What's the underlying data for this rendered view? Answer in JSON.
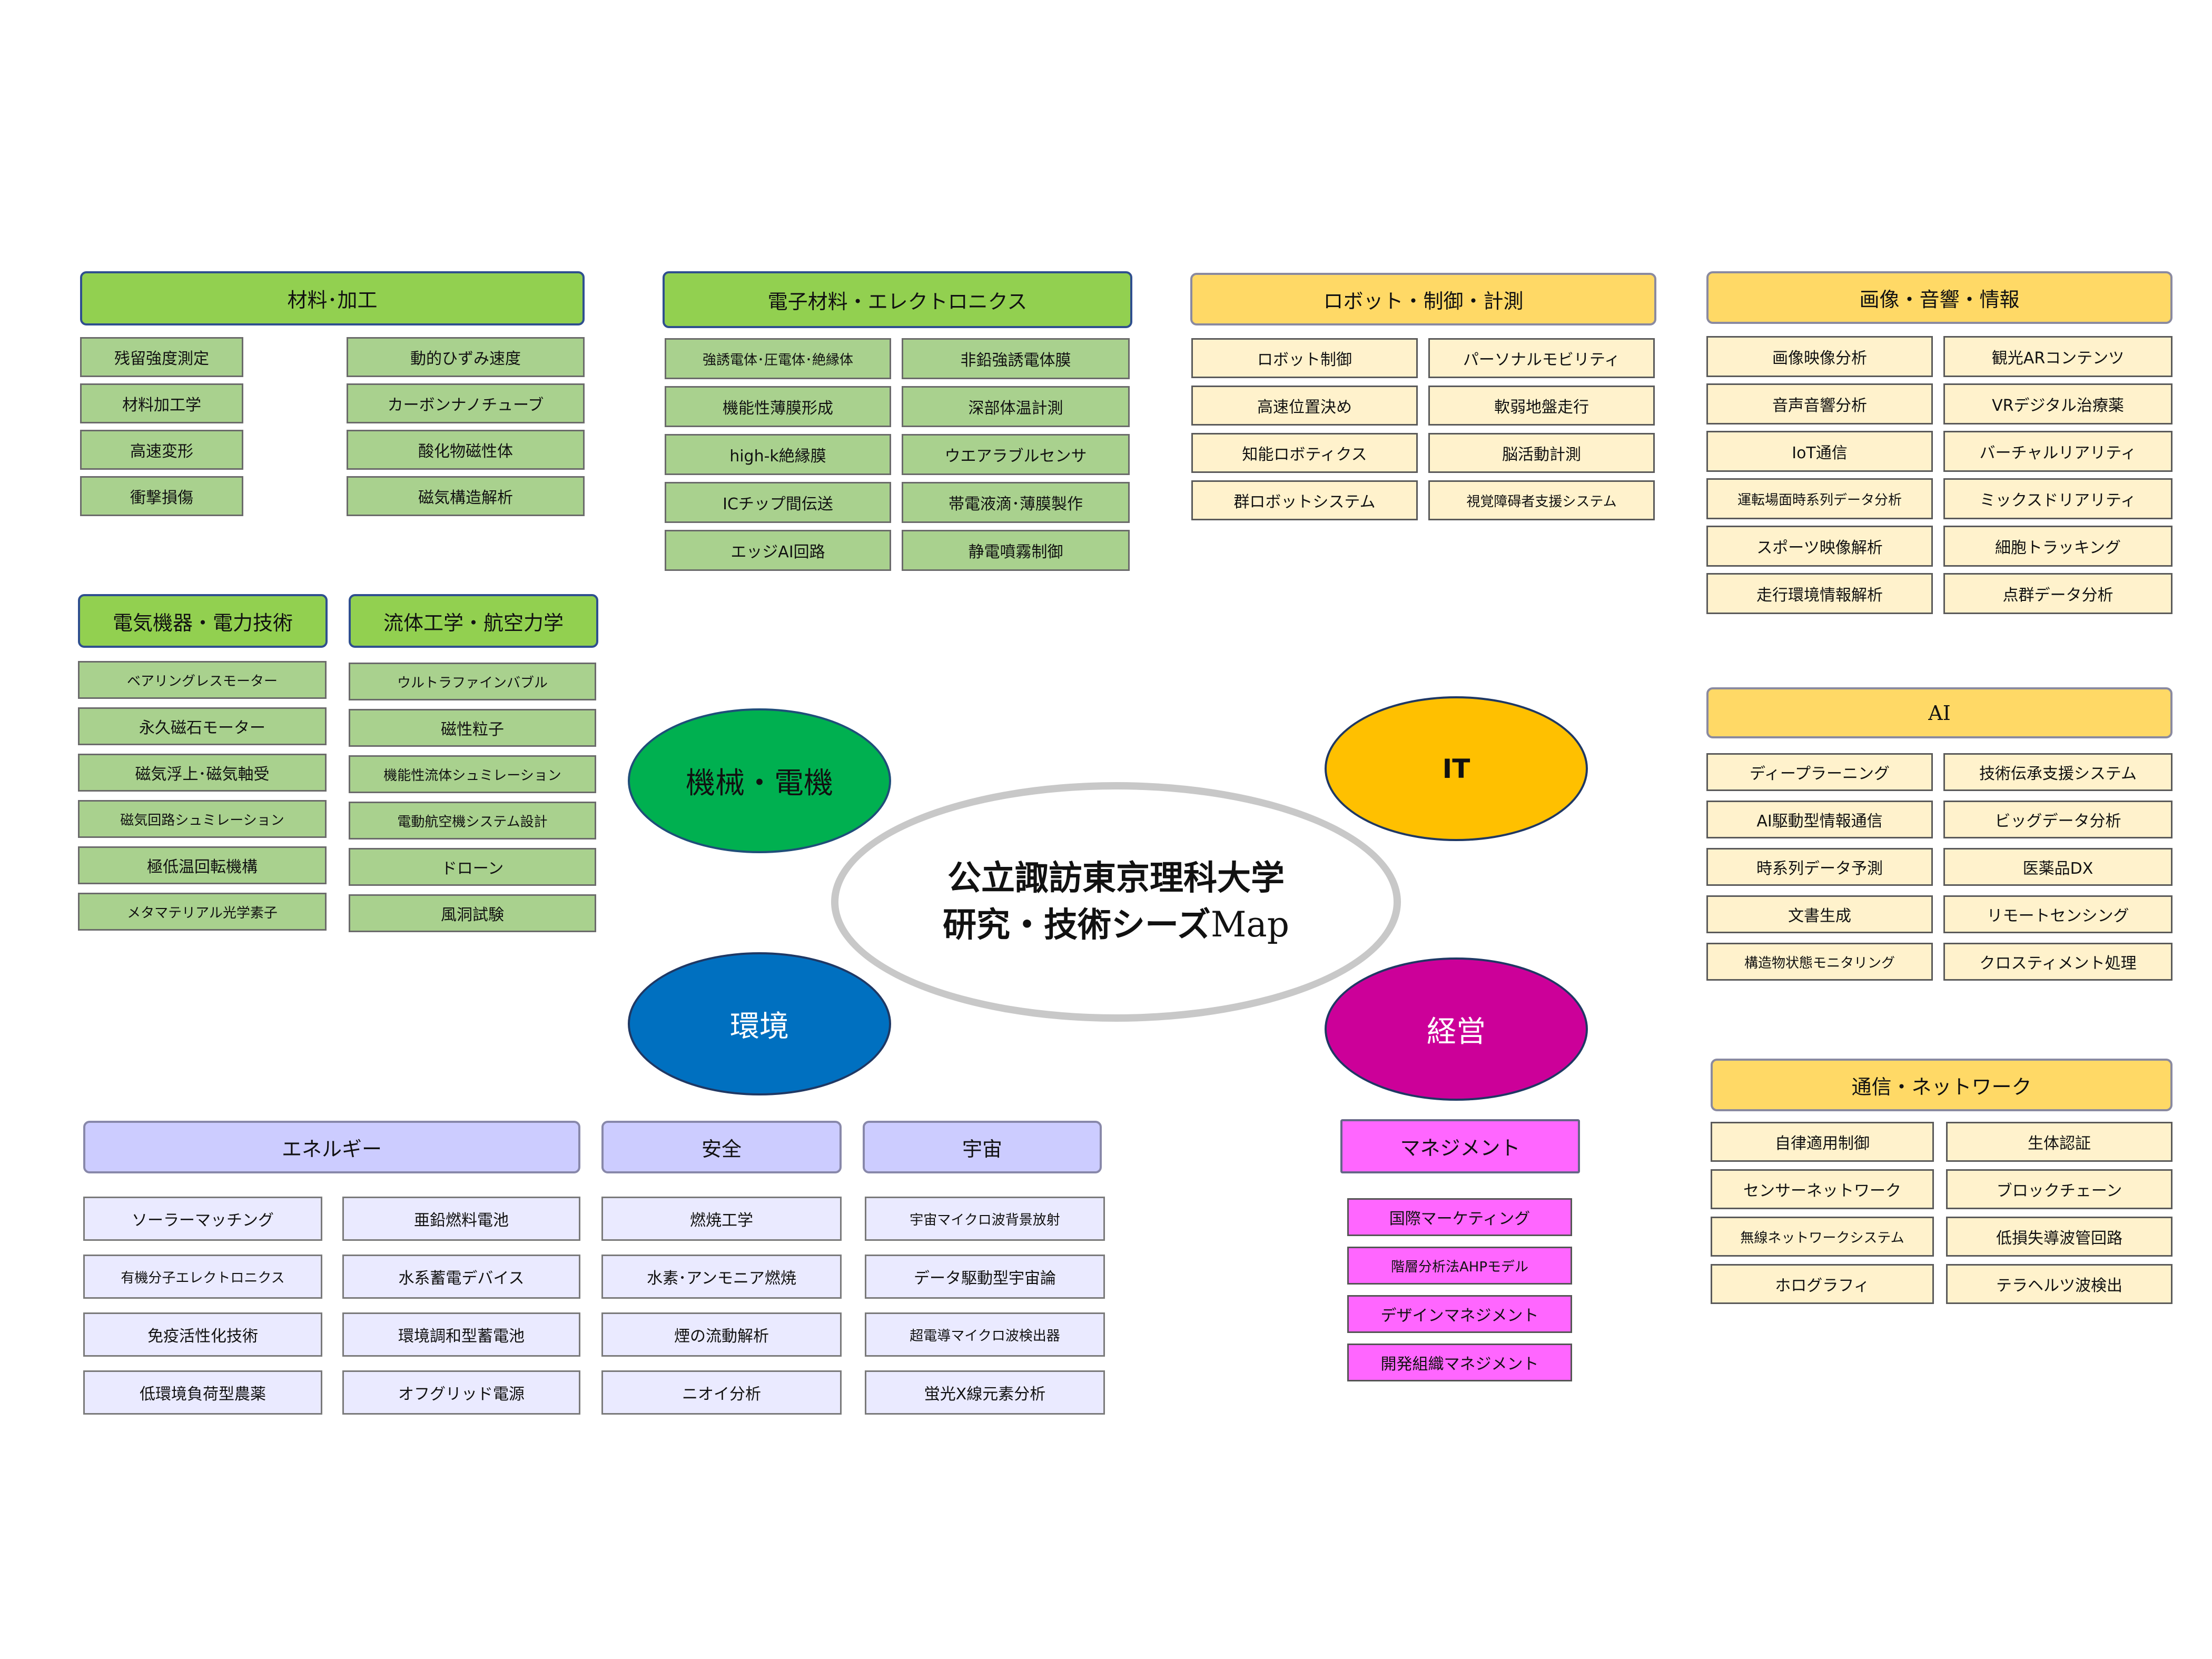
{
  "center": {
    "line1": "公立諏訪東京理科大学",
    "line2_main": "研究・技術シーズ",
    "line2_suffix": "Map"
  },
  "categories": {
    "mech": {
      "label": "機械・電機",
      "color": "#00b050"
    },
    "it": {
      "label": "IT",
      "color": "#ffc000"
    },
    "env": {
      "label": "環境",
      "color": "#0070c0"
    },
    "mgmt": {
      "label": "経営",
      "color": "#cc0099"
    }
  },
  "groups": [
    {
      "id": "materials",
      "theme": "green",
      "title": "材料･加工",
      "items": [
        "残留強度測定",
        "動的ひずみ速度",
        "材料加工学",
        "カーボンナノチューブ",
        "高速変形",
        "酸化物磁性体",
        "衝撃損傷",
        "磁気構造解析"
      ]
    },
    {
      "id": "electronic-materials",
      "theme": "green",
      "title": "電子材料・エレクトロニクス",
      "items": [
        "強誘電体･圧電体･絶縁体",
        "非鉛強誘電体膜",
        "機能性薄膜形成",
        "深部体温計測",
        "high-k絶縁膜",
        "ウエアラブルセンサ",
        "ICチップ間伝送",
        "帯電液滴･薄膜製作",
        "エッジAI回路",
        "静電噴霧制御"
      ]
    },
    {
      "id": "robotics",
      "theme": "yellow",
      "title": "ロボット・制御・計測",
      "items": [
        "ロボット制御",
        "パーソナルモビリティ",
        "高速位置決め",
        "軟弱地盤走行",
        "知能ロボティクス",
        "脳活動計測",
        "群ロボットシステム",
        "視覚障碍者支援システム"
      ]
    },
    {
      "id": "image-audio",
      "theme": "yellow",
      "title": "画像・音響・情報",
      "items": [
        "画像映像分析",
        "観光ARコンテンツ",
        "音声音響分析",
        "VRデジタル治療薬",
        "IoT通信",
        "バーチャルリアリティ",
        "運転場面時系列データ分析",
        "ミックスドリアリティ",
        "スポーツ映像解析",
        "細胞トラッキング",
        "走行環境情報解析",
        "点群データ分析"
      ]
    },
    {
      "id": "electrical",
      "theme": "green",
      "title": "電気機器・電力技術",
      "items": [
        "ベアリングレスモーター",
        "永久磁石モーター",
        "磁気浮上･磁気軸受",
        "磁気回路シュミレーション",
        "極低温回転機構",
        "メタマテリアル光学素子"
      ]
    },
    {
      "id": "fluid",
      "theme": "green",
      "title": "流体工学・航空力学",
      "items": [
        "ウルトラファインバブル",
        "磁性粒子",
        "機能性流体シュミレーション",
        "電動航空機システム設計",
        "ドローン",
        "風洞試験"
      ]
    },
    {
      "id": "ai",
      "theme": "yellow",
      "title": "AI",
      "items": [
        "ディープラーニング",
        "技術伝承支援システム",
        "AI駆動型情報通信",
        "ビッグデータ分析",
        "時系列データ予測",
        "医薬品DX",
        "文書生成",
        "リモートセンシング",
        "構造物状態モニタリング",
        "クロスティメント処理"
      ]
    },
    {
      "id": "network",
      "theme": "yellow",
      "title": "通信・ネットワーク",
      "items": [
        "自律適用制御",
        "生体認証",
        "センサーネットワーク",
        "ブロックチェーン",
        "無線ネットワークシステム",
        "低損失導波管回路",
        "ホログラフィ",
        "テラヘルツ波検出"
      ]
    },
    {
      "id": "energy",
      "theme": "lav",
      "title": "エネルギー",
      "items": [
        "ソーラーマッチング",
        "亜鉛燃料電池",
        "有機分子エレクトロニクス",
        "水系蓄電デバイス",
        "免疫活性化技術",
        "環境調和型蓄電池",
        "低環境負荷型農薬",
        "オフグリッド電源"
      ]
    },
    {
      "id": "safety",
      "theme": "lav",
      "title": "安全",
      "items": [
        "燃焼工学",
        "水素･アンモニア燃焼",
        "煙の流動解析",
        "ニオイ分析"
      ]
    },
    {
      "id": "space",
      "theme": "lav",
      "title": "宇宙",
      "items": [
        "宇宙マイクロ波背景放射",
        "データ駆動型宇宙論",
        "超電導マイクロ波検出器",
        "蛍光X線元素分析"
      ]
    },
    {
      "id": "management",
      "theme": "pink",
      "title": "マネジメント",
      "items": [
        "国際マーケティング",
        "階層分析法AHPモデル",
        "デザインマネジメント",
        "開発組織マネジメント"
      ]
    }
  ]
}
